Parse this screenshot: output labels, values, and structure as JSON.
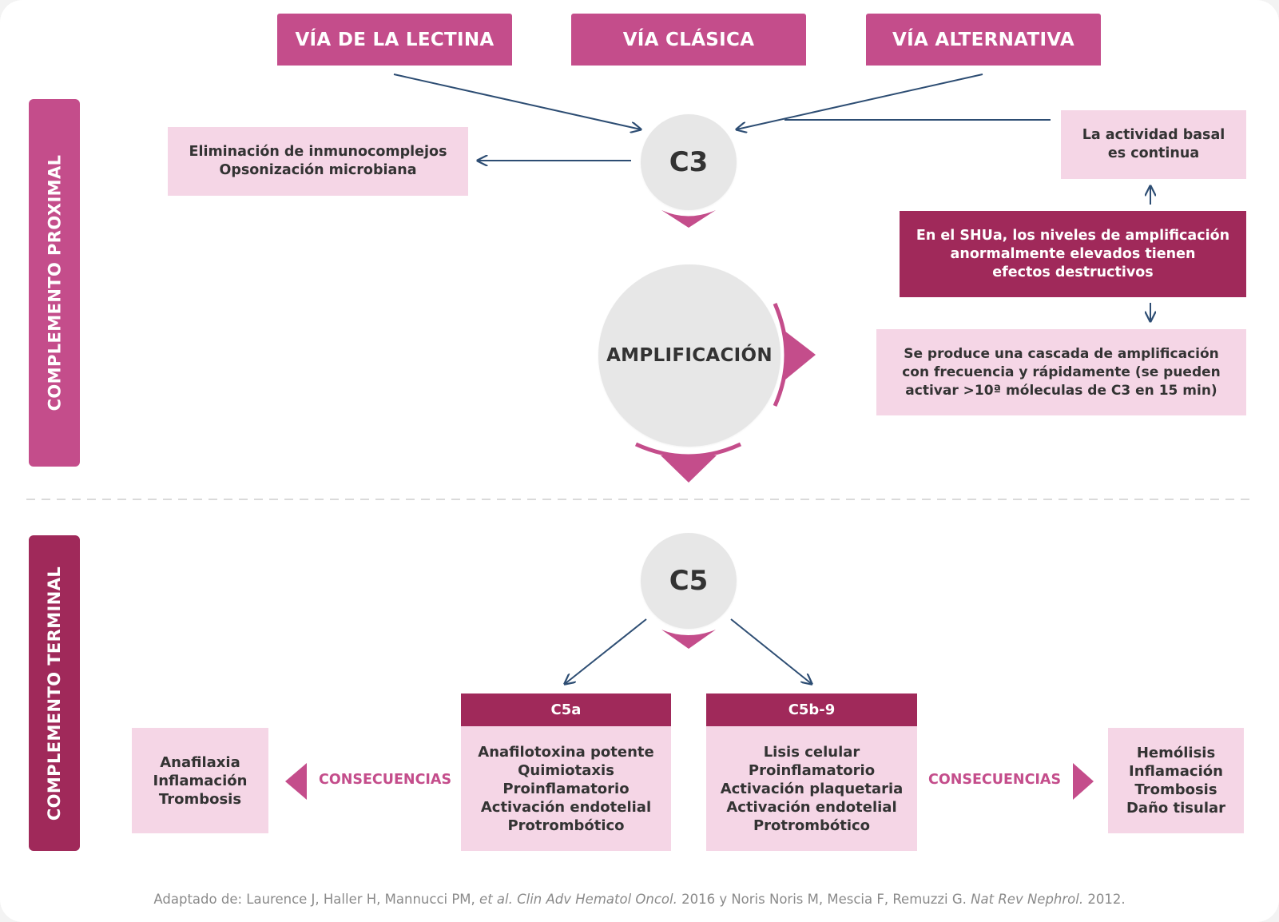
{
  "pathways": {
    "lectin": "VÍA DE LA LECTINA",
    "classical": "VÍA CLÁSICA",
    "alternative": "VÍA ALTERNATIVA"
  },
  "sections": {
    "proximal": "COMPLEMENTO PROXIMAL",
    "terminal": "COMPLEMENTO TERMINAL"
  },
  "nodes": {
    "c3": "C3",
    "amplification": "AMPLIFICACIÓN",
    "c5": "C5"
  },
  "boxes": {
    "elimination": "Eliminación de inmunocomplejos\nOpsonización microbiana",
    "basal": "La actividad basal\nes continua",
    "shua": "En el SHUa, los niveles de amplificación\nanormalmente elevados tienen\nefectos destructivos",
    "cascade": "Se produce una cascada de amplificación\ncon frecuencia y rápidamente (se pueden\nactivar >10ª móleculas de C3 en 15 min)"
  },
  "c5a": {
    "title": "C5a",
    "body": "Anafilotoxina potente\nQuimiotaxis\nProinflamatorio\nActivación endotelial\nProtrombótico"
  },
  "c5b9": {
    "title": "C5b-9",
    "body": "Lisis celular\nProinflamatorio\nActivación plaquetaria\nActivación endotelial\nProtrombótico"
  },
  "left_consequences": {
    "label": "CONSECUENCIAS",
    "body": "Anafilaxia\nInflamación\nTrombosis"
  },
  "right_consequences": {
    "label": "CONSECUENCIAS",
    "body": "Hemólisis\nInflamación\nTrombosis\nDaño tisular"
  },
  "citation": {
    "part1": "Adaptado de: Laurence J, Haller H, Mannucci PM, ",
    "part2": "et al. Clin Adv Hematol Oncol.",
    "part3": " 2016 y Noris Noris M, Mescia F, Remuzzi G. ",
    "part4": "Nat Rev Nephrol.",
    "part5": " 2012."
  },
  "colors": {
    "accent_pink": "#c44d8b",
    "dark_magenta": "#a0295a",
    "light_pink": "#f5d6e6",
    "node_gray": "#e7e7e7",
    "arrow_blue": "#2d4d73"
  },
  "icons": [
    "arrow-icon",
    "triangle-icon"
  ]
}
